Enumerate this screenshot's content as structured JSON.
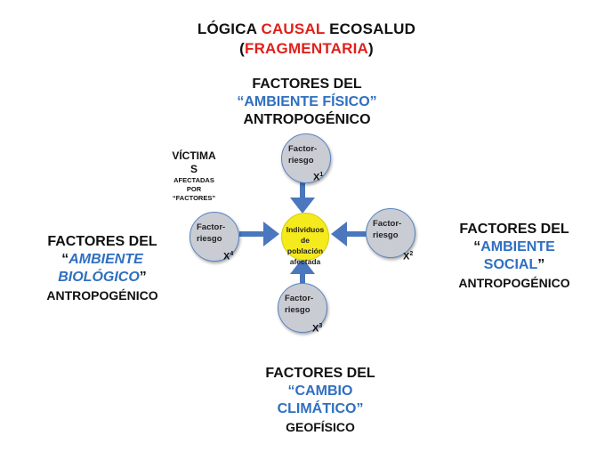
{
  "title": {
    "line1_a": "LÓGICA ",
    "line1_b": "CAUSAL",
    "line1_c": " ECOSALUD",
    "line2_a": "(",
    "line2_b": "FRAGMENTARIA",
    "line2_c": ")"
  },
  "top": {
    "line1": "FACTORES DEL",
    "line2": "“AMBIENTE FÍSICO”",
    "line3": "ANTROPOGÉNICO"
  },
  "left": {
    "line1": "FACTORES DEL",
    "line2_a": "“",
    "line2_b": "AMBIENTE",
    "line3_a": "BIOLÓGICO",
    "line3_b": "”",
    "line4": "ANTROPOGÉNICO"
  },
  "right": {
    "line1": "FACTORES DEL",
    "line2_a": "“",
    "line2_b": "AMBIENTE",
    "line3_a": "SOCIAL",
    "line3_b": "”",
    "line4": "ANTROPOGÉNICO"
  },
  "bottom": {
    "line1": "FACTORES DEL",
    "line2": "“CAMBIO",
    "line3": "CLIMÁTICO”",
    "line4": "GEOFÍSICO"
  },
  "victims": {
    "line1": "VÍCTIMA",
    "line2": "S",
    "line3": "AFECTADAS",
    "line4": "POR",
    "line5": "“FACTORES”"
  },
  "factor_label_1": "Factor-",
  "factor_label_2": "riesgo",
  "x_labels": {
    "top": {
      "base": "X",
      "sup": "1"
    },
    "right": {
      "base": "X",
      "sup": "2"
    },
    "bottom": {
      "base": "X",
      "sup": "3"
    },
    "left": {
      "base": "X",
      "sup": "4"
    }
  },
  "core": {
    "line1": "Individuos",
    "line2": "de",
    "line3": "población",
    "line4": "afectada"
  },
  "colors": {
    "accent_red": "#e0201b",
    "accent_blue": "#2f6fc1",
    "arrow_blue": "#4a77bd",
    "core_yellow": "#f5ea1c",
    "circle_gray": "#c9ccd3"
  }
}
